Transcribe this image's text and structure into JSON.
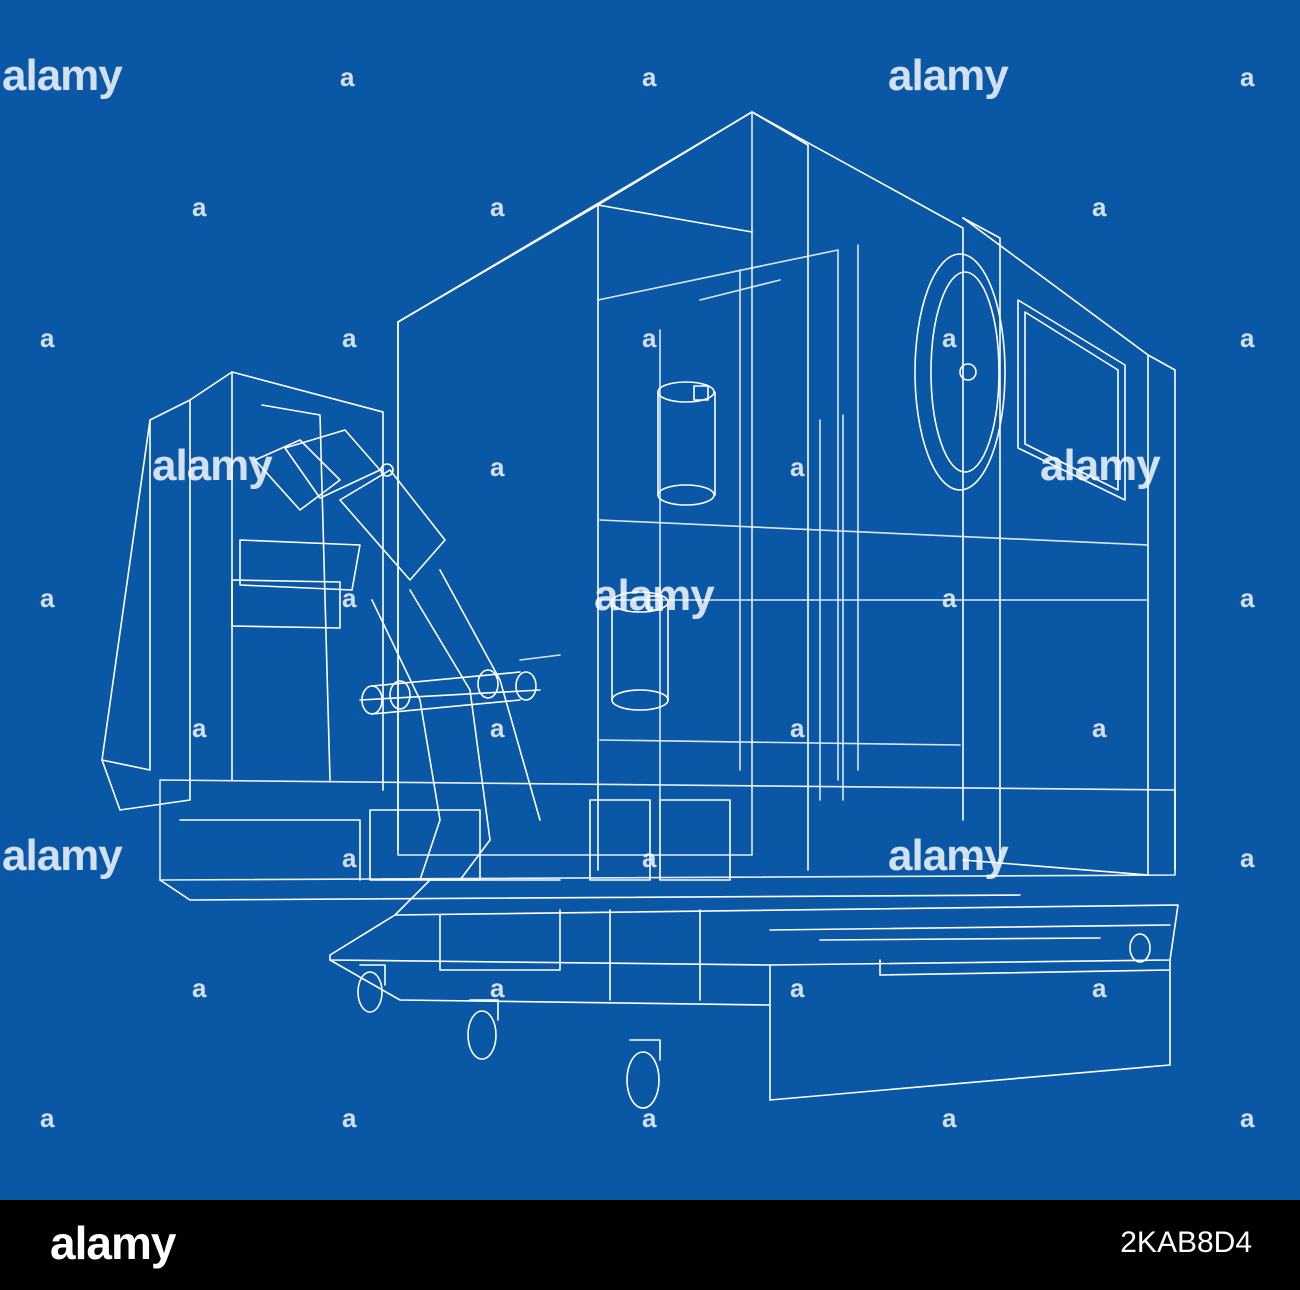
{
  "image": {
    "background_color": "#0a57a6",
    "line_color": "#ffffff",
    "subject": "wireframe-machine"
  },
  "watermark": {
    "word": "alamy",
    "glyph": "a"
  },
  "footer": {
    "logo": "alamy",
    "image_id": "2KAB8D4",
    "background_color": "#000000"
  }
}
